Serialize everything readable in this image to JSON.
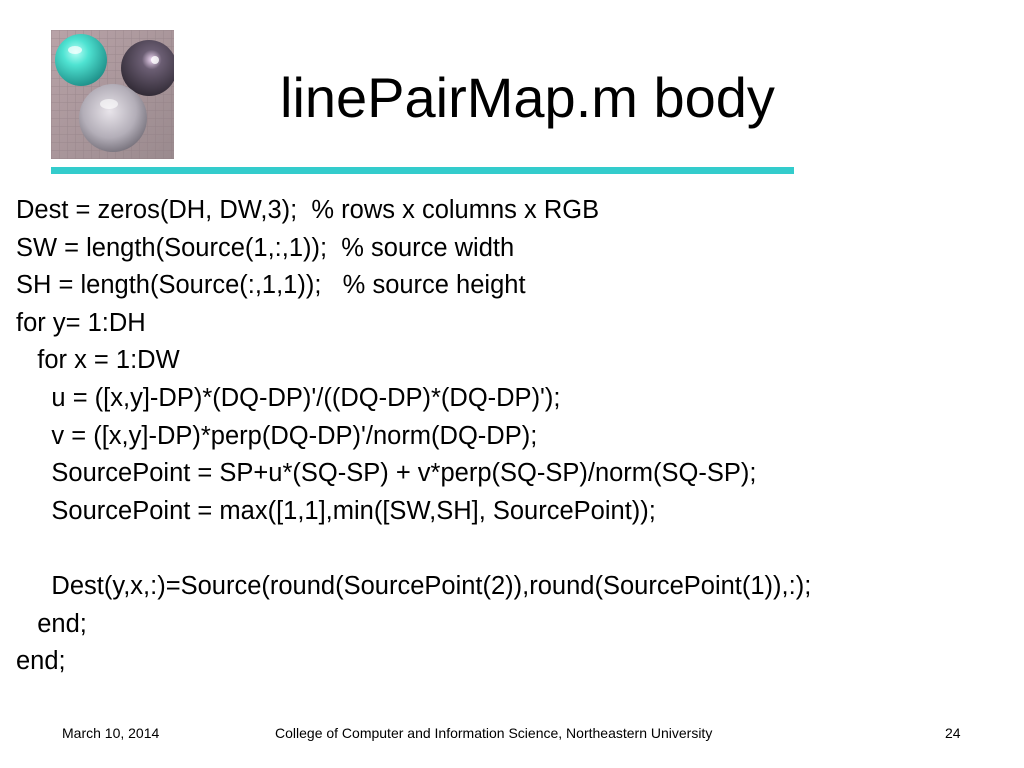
{
  "slide": {
    "title": "linePairMap.m body",
    "code_lines": [
      "Dest = zeros(DH, DW,3);  % rows x columns x RGB",
      "SW = length(Source(1,:,1));  % source width",
      "SH = length(Source(:,1,1));   % source height",
      "for y= 1:DH",
      "   for x = 1:DW",
      "     u = ([x,y]-DP)*(DQ-DP)'/((DQ-DP)*(DQ-DP)');",
      "     v = ([x,y]-DP)*perp(DQ-DP)'/norm(DQ-DP);",
      "     SourcePoint = SP+u*(SQ-SP) + v*perp(SQ-SP)/norm(SQ-SP);",
      "     SourcePoint = max([1,1],min([SW,SH], SourcePoint));",
      "",
      "     Dest(y,x,:)=Source(round(SourcePoint(2)),round(SourcePoint(1)),:);",
      "   end;",
      "end;"
    ]
  },
  "footer": {
    "date": "March 10, 2014",
    "organization": "College of Computer and Information Science, Northeastern University",
    "page_number": "24"
  },
  "colors": {
    "accent_rule": "#33cccc",
    "text": "#000000",
    "background": "#ffffff"
  },
  "icons": {
    "logo": "reflective-spheres-logo-icon"
  }
}
